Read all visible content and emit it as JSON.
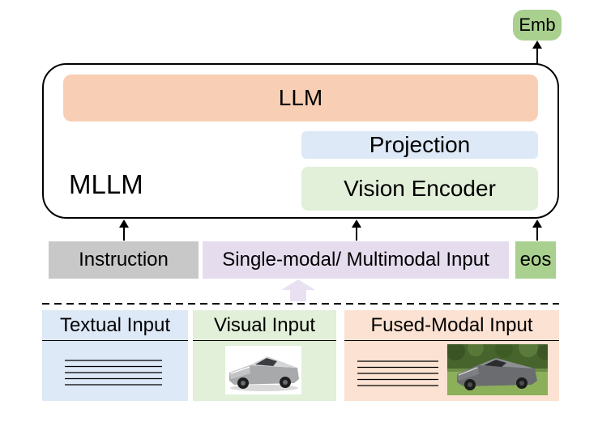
{
  "output": {
    "label": "Emb"
  },
  "mllm": {
    "label": "MLLM",
    "llm": "LLM",
    "projection": "Projection",
    "vision_encoder": "Vision Encoder"
  },
  "input_row": {
    "instruction": "Instruction",
    "input": "Single-modal/ Multimodal Input",
    "eos": "eos"
  },
  "input_types": [
    {
      "label": "Textual Input",
      "icons": [
        "text-lines-icon"
      ]
    },
    {
      "label": "Visual Input",
      "icons": [
        "car-photo"
      ]
    },
    {
      "label": "Fused-Modal Input",
      "icons": [
        "text-lines-icon",
        "car-photo"
      ]
    }
  ],
  "colors": {
    "emb": "#a9d08e",
    "llm": "#f8cfb4",
    "projection": "#dde9f6",
    "vision_encoder": "#e2efd9",
    "instruction": "#c8c8c8",
    "multimodal_input": "#e5dcee",
    "eos": "#a9d08e",
    "textual_input": "#dde9f6",
    "visual_input": "#e2efd9",
    "fused_input": "#fbe2d2",
    "up_arrow": "#e9e1f2"
  }
}
